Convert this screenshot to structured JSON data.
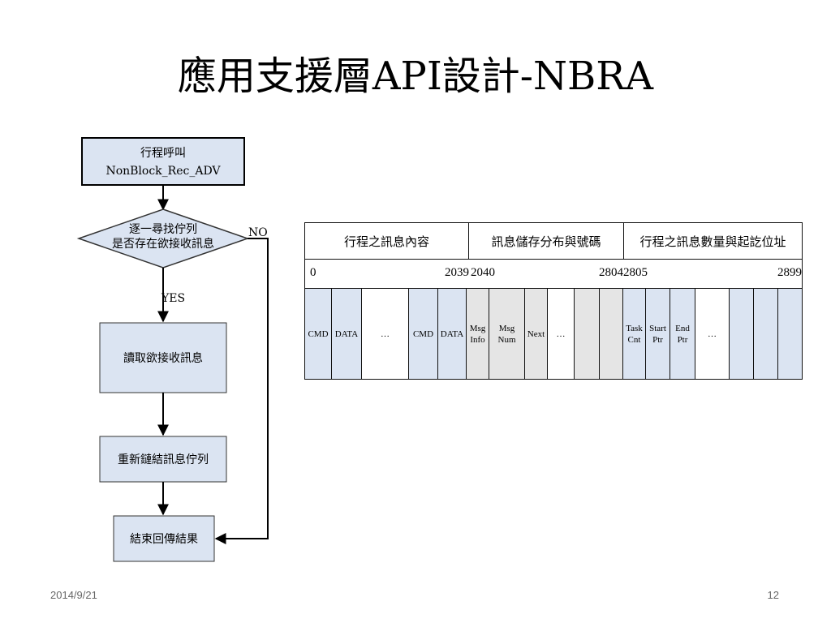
{
  "slide": {
    "title": "應用支援層API設計-NBRA",
    "date": "2014/9/21",
    "page_number": "12"
  },
  "flowchart": {
    "start_line1": "行程呼叫",
    "start_line2": "NonBlock_Rec_ADV",
    "decision_line1": "逐一尋找佇列",
    "decision_line2": "是否存在欲接收訊息",
    "no_label": "NO",
    "yes_label": "YES",
    "read_step": "讀取欲接收訊息",
    "relink_step": "重新鏈結訊息佇列",
    "end_step": "結束回傳結果",
    "colors": {
      "box_fill": "#dbe4f2",
      "stroke": "#000000"
    }
  },
  "memory_layout": {
    "headers": [
      "行程之訊息內容",
      "訊息儲存分布與號碼",
      "行程之訊息數量與起訖位址"
    ],
    "index_labels": [
      "0",
      "2039",
      "2040",
      "2804",
      "2805",
      "2899"
    ],
    "cells": [
      {
        "label": "CMD",
        "color": "blue"
      },
      {
        "label": "DATA",
        "color": "blue"
      },
      {
        "label": "…",
        "color": "white"
      },
      {
        "label": "CMD",
        "color": "blue"
      },
      {
        "label": "DATA",
        "color": "blue"
      },
      {
        "label": "Msg\nInfo",
        "color": "gray"
      },
      {
        "label": "Msg\nNum",
        "color": "gray"
      },
      {
        "label": "Next",
        "color": "gray"
      },
      {
        "label": "…",
        "color": "white"
      },
      {
        "label": "",
        "color": "gray"
      },
      {
        "label": "",
        "color": "gray"
      },
      {
        "label": "Task\nCnt",
        "color": "blue"
      },
      {
        "label": "Start\nPtr",
        "color": "blue"
      },
      {
        "label": "End\nPtr",
        "color": "blue"
      },
      {
        "label": "…",
        "color": "white"
      },
      {
        "label": "",
        "color": "blue"
      },
      {
        "label": "",
        "color": "blue"
      },
      {
        "label": "",
        "color": "blue"
      }
    ]
  }
}
